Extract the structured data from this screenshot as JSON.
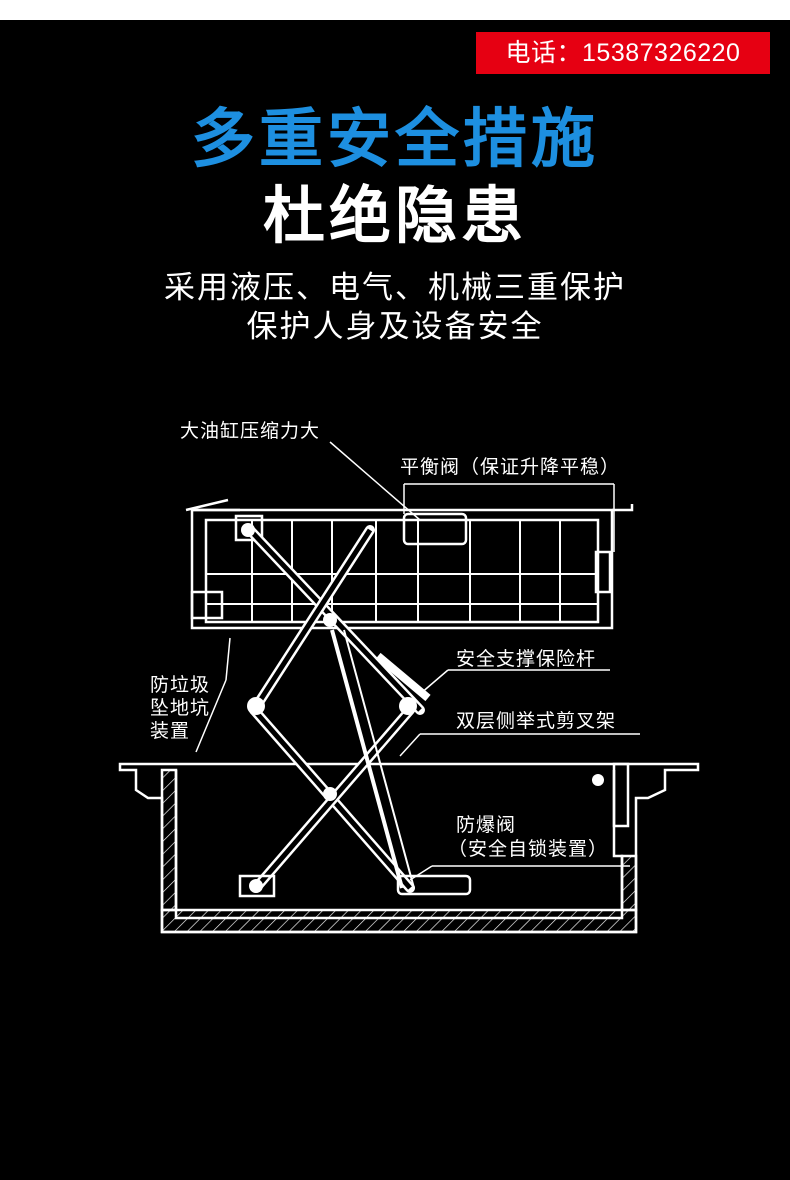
{
  "phone": "电话：15387326220",
  "headline": {
    "line1": "多重安全措施",
    "line2": "杜绝隐患"
  },
  "subtitle": {
    "line1": "采用液压、电气、机械三重保护",
    "line2": "保护人身及设备安全"
  },
  "diagram_labels": {
    "cylinder": "大油缸压缩力大",
    "balance_valve": "平衡阀（保证升降平稳）",
    "support_bar": "安全支撑保险杆",
    "anti_fall": "防垃圾\n坠地坑\n装置",
    "scissor_frame": "双层侧举式剪叉架",
    "explosion_valve_1": "防爆阀",
    "explosion_valve_2": "（安全自锁装置）"
  },
  "colors": {
    "accent_blue": "#1d8fe0",
    "badge_red": "#e60012",
    "background": "#000000"
  }
}
